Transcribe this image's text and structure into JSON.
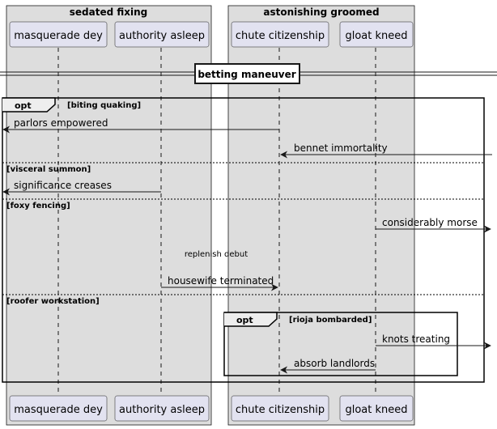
{
  "boxes": [
    {
      "title": "sedated fixing",
      "fill": "#dddddd"
    },
    {
      "title": "astonishing groomed",
      "fill": "#dddddd"
    }
  ],
  "participants": [
    {
      "id": "masquerade",
      "label": "masquerade dey"
    },
    {
      "id": "authority",
      "label": "authority asleep"
    },
    {
      "id": "chute",
      "label": "chute citizenship"
    },
    {
      "id": "gloat",
      "label": "gloat kneed"
    }
  ],
  "divider": {
    "label": "betting maneuver"
  },
  "outer_fragment": {
    "tag": "opt",
    "sections": [
      {
        "guard": "[biting quaking]"
      },
      {
        "guard": "[visceral summon]"
      },
      {
        "guard": "[foxy fencing]"
      },
      {
        "guard": "[roofer workstation]"
      }
    ]
  },
  "inner_fragment": {
    "tag": "opt",
    "guard": "[rioja bombarded]"
  },
  "messages": [
    {
      "label": "parlors empowered"
    },
    {
      "label": "bennet immortality"
    },
    {
      "label": "significance creases"
    },
    {
      "label": "considerably morse"
    },
    {
      "label": "housewife terminated"
    },
    {
      "label": "knots treating"
    },
    {
      "label": "absorb landlords"
    }
  ],
  "delay": {
    "label": "replenish debut"
  },
  "colors": {
    "box_fill": "#dddddd",
    "participant_fill": "#e2e2f0",
    "participant_border": "#181818",
    "line": "#181818"
  }
}
